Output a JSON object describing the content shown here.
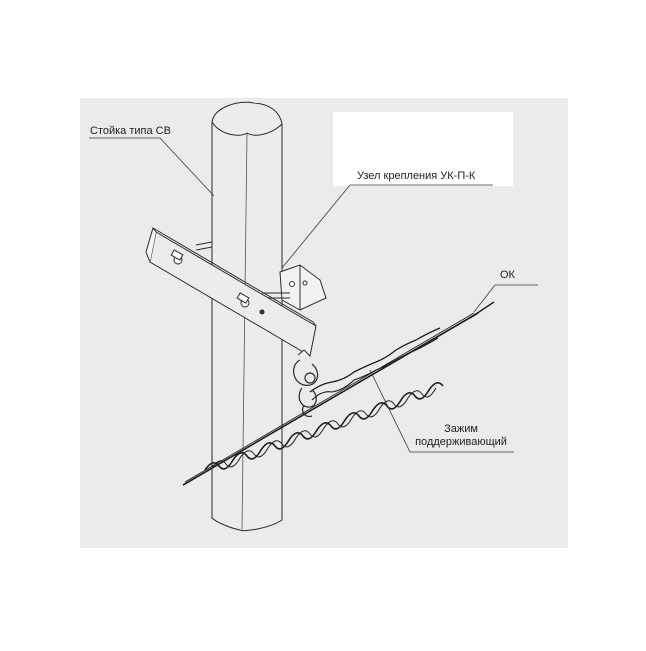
{
  "labels": {
    "post": "Стойка типа СВ",
    "mount": "Узел крепления УК-П-К",
    "cable": "ОК",
    "clamp_line1": "Зажим",
    "clamp_line2": "поддерживающий"
  },
  "colors": {
    "panel": "#ebebeb",
    "line": "#2a2a2a",
    "post_fill": "#ececec",
    "post_shade": "#e0e0e0"
  }
}
